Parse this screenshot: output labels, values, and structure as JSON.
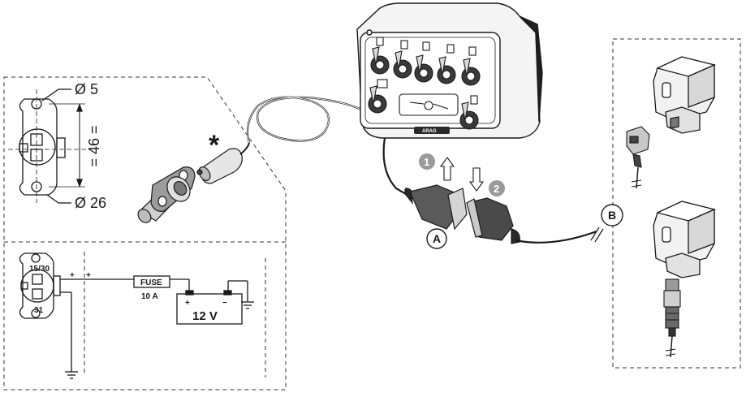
{
  "mounting": {
    "hole_diameter": "Ø 5",
    "socket_diameter": "Ø 26",
    "spacing": "= 46 ="
  },
  "wiring": {
    "terminal_top": "15/30",
    "terminal_bottom": "31",
    "plus_1": "+",
    "plus_2": "+",
    "fuse_label": "FUSE",
    "fuse_rating": "10 A",
    "battery_plus": "+",
    "battery_minus": "−",
    "battery_voltage": "12 V"
  },
  "control_unit": {
    "brand": "ARAG"
  },
  "connection": {
    "step_1": "1",
    "step_2": "2",
    "connector_a": "A",
    "connector_b": "B",
    "optional_marker": "*"
  },
  "colors": {
    "line": "#1a1a1a",
    "step_badge": "#9a9a9a",
    "body_fill": "#f2f2f2"
  }
}
